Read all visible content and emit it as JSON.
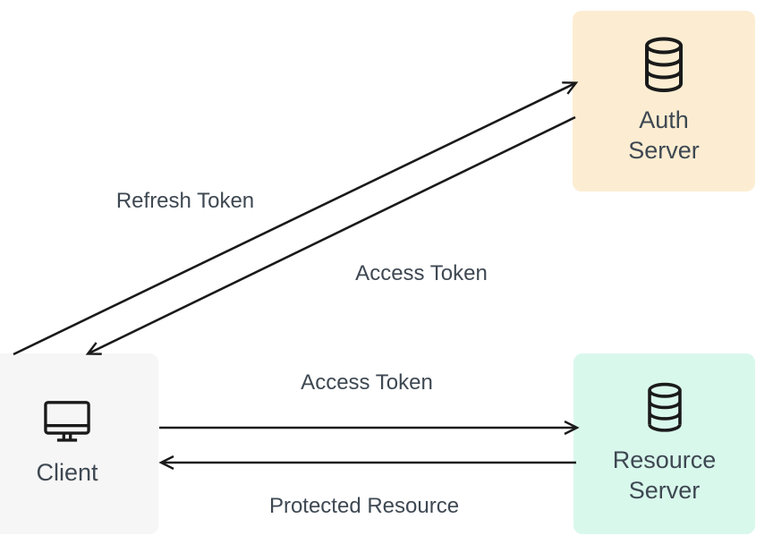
{
  "diagram": {
    "nodes": {
      "client": {
        "label": "Client",
        "icon": "monitor-icon",
        "bg": "#f6f6f6"
      },
      "auth_server": {
        "label": "Auth Server",
        "icon": "database-icon",
        "bg": "#fcedd2"
      },
      "resource_server": {
        "label": "Resource Server",
        "icon": "database-icon",
        "bg": "#d9f8ec"
      }
    },
    "edges": [
      {
        "from": "Client",
        "to": "Auth Server",
        "label": "Refresh Token"
      },
      {
        "from": "Auth Server",
        "to": "Client",
        "label": "Access Token"
      },
      {
        "from": "Client",
        "to": "Resource Server",
        "label": "Access Token"
      },
      {
        "from": "Resource Server",
        "to": "Client",
        "label": "Protected Resource"
      }
    ],
    "edge_labels": {
      "refresh_token": "Refresh Token",
      "access_token_auth": "Access Token",
      "access_token_resource": "Access Token",
      "protected_resource": "Protected Resource"
    },
    "colors": {
      "client_bg": "#f6f6f6",
      "auth_server_bg": "#fcedd2",
      "resource_server_bg": "#d9f8ec",
      "text": "#3e4852",
      "arrow": "#1a1a1a"
    }
  }
}
